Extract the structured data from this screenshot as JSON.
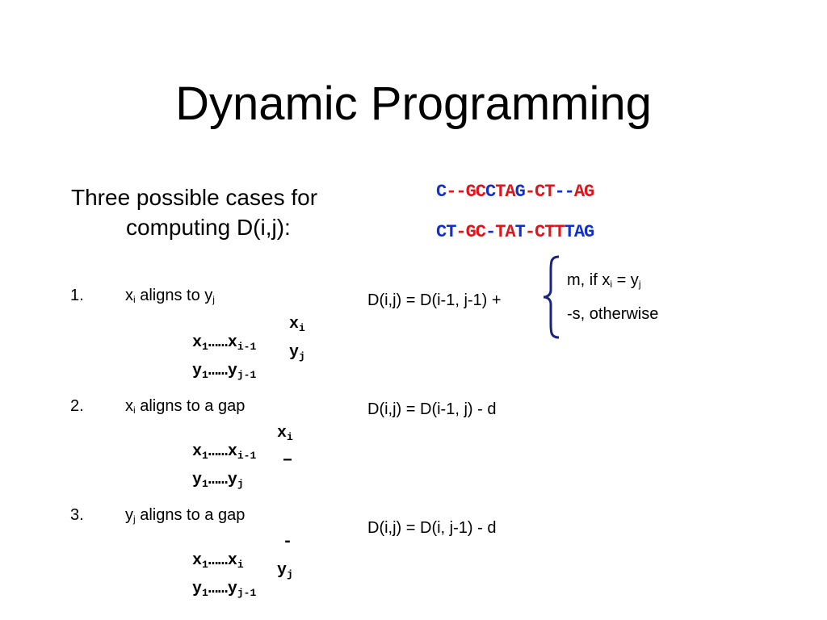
{
  "title": "Dynamic Programming",
  "intro": {
    "line1": "Three possible cases for",
    "line2": "computing D(i,j):"
  },
  "alignment": {
    "row1": [
      {
        "t": "C",
        "c": "b"
      },
      {
        "t": "--",
        "c": "r"
      },
      {
        "t": "GC",
        "c": "r"
      },
      {
        "t": "C",
        "c": "b"
      },
      {
        "t": "TA",
        "c": "r"
      },
      {
        "t": "G",
        "c": "b"
      },
      {
        "t": "-",
        "c": "r"
      },
      {
        "t": "CT",
        "c": "r"
      },
      {
        "t": "--",
        "c": "b"
      },
      {
        "t": "AG",
        "c": "r"
      }
    ],
    "row2": [
      {
        "t": "CT",
        "c": "b"
      },
      {
        "t": "-",
        "c": "r"
      },
      {
        "t": "GC",
        "c": "r"
      },
      {
        "t": "-",
        "c": "b"
      },
      {
        "t": "TA",
        "c": "r"
      },
      {
        "t": "T",
        "c": "b"
      },
      {
        "t": "-",
        "c": "r"
      },
      {
        "t": "CTT",
        "c": "r"
      },
      {
        "t": "TAG",
        "c": "b"
      }
    ]
  },
  "cases": [
    {
      "number": "1.",
      "label": {
        "pre": "x",
        "sub1": "i",
        "mid": " aligns to y",
        "sub2": "j"
      },
      "lines": [
        {
          "a": "x",
          "a_sub": "1",
          "dots": "……",
          "b": "x",
          "b_sub": "i-1",
          "c": "x",
          "c_sub": "i"
        },
        {
          "a": "y",
          "a_sub": "1",
          "dots": "……",
          "b": "y",
          "b_sub": "j-1",
          "c": "y",
          "c_sub": "j"
        }
      ],
      "formula": "D(i,j) = D(i-1, j-1) +"
    },
    {
      "number": "2.",
      "label": {
        "pre": "x",
        "sub1": "i",
        "mid": " aligns to a gap",
        "sub2": ""
      },
      "lines": [
        {
          "a": "x",
          "a_sub": "1",
          "dots": "……",
          "b": "x",
          "b_sub": "i-1",
          "c": "x",
          "c_sub": "i"
        },
        {
          "a": "y",
          "a_sub": "1",
          "dots": "……",
          "b": "y",
          "b_sub": "j",
          "c": "−",
          "c_sub": ""
        }
      ],
      "formula": "D(i,j) = D(i-1, j) - d"
    },
    {
      "number": "3.",
      "label": {
        "pre": "y",
        "sub1": "j",
        "mid": " aligns to a gap",
        "sub2": ""
      },
      "lines": [
        {
          "a": "x",
          "a_sub": "1",
          "dots": "……",
          "b": "x",
          "b_sub": "i",
          "c": "-",
          "c_sub": ""
        },
        {
          "a": "y",
          "a_sub": "1",
          "dots": "……",
          "b": "y",
          "b_sub": "j-1",
          "c": "y",
          "c_sub": "j"
        }
      ],
      "formula": "D(i,j) = D(i, j-1) - d"
    }
  ],
  "options": {
    "match": {
      "pre": "m, if x",
      "sub1": "i",
      "mid": " = y",
      "sub2": "j"
    },
    "mismatch": "-s, otherwise"
  },
  "colors": {
    "blue": "#1230c9",
    "red": "#e0141a",
    "brace": "#1a237e"
  }
}
